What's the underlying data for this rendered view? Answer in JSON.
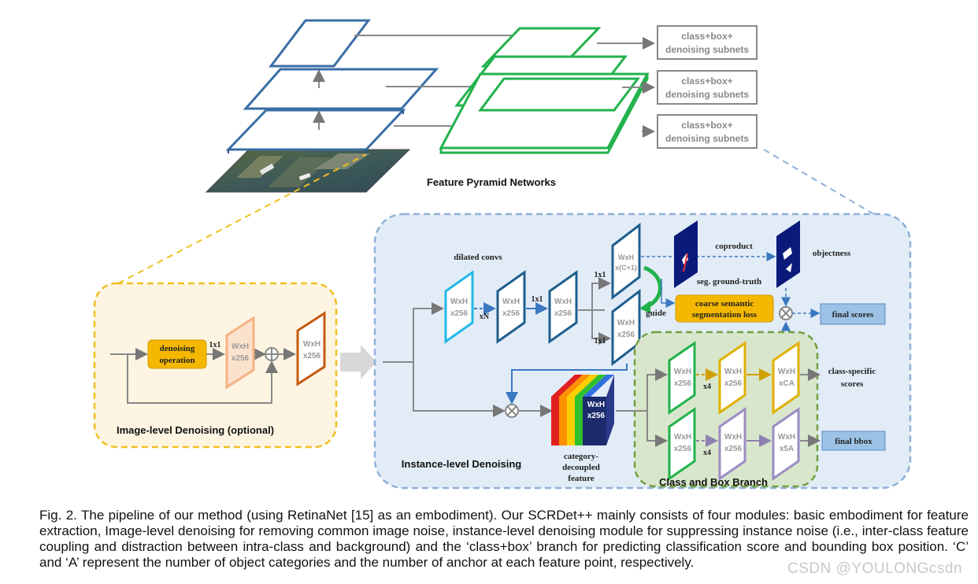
{
  "fpn": {
    "title": "Feature Pyramid Networks",
    "subnet_line1": "class+box+",
    "subnet_line2": "denoising subnets"
  },
  "image_level": {
    "title": "Image-level Denoising (optional)",
    "op_line1": "denoising",
    "op_line2": "operation",
    "conv_label": "1x1",
    "feat1_l1": "WxH",
    "feat1_l2": "x256",
    "feat2_l1": "WxH",
    "feat2_l2": "x256"
  },
  "instance_level": {
    "title": "Instance-level Denoising",
    "dilated_label": "dilated convs",
    "xn_label": "xN",
    "conv1x1_a": "1x1",
    "conv1x1_b": "1x1",
    "conv1x1_c": "1x1",
    "f1_l1": "WxH",
    "f1_l2": "x256",
    "f2_l1": "WxH",
    "f2_l2": "x256",
    "f3_l1": "WxH",
    "f3_l2": "x256",
    "top_l1": "WxH",
    "top_l2": "x(C+1)",
    "bot_l1": "WxH",
    "bot_l2": "x256",
    "coproduct": "coproduct",
    "objectness": "objectness",
    "seg_gt": "seg. ground-truth",
    "guide": "guide",
    "loss_line1": "coarse semantic",
    "loss_line2": "segmentation loss",
    "final_scores": "final scores",
    "cat_feat_l1": "WxH",
    "cat_feat_l2": "x256",
    "cat_caption_l1": "category-",
    "cat_caption_l2": "decoupled",
    "cat_caption_l3": "feature"
  },
  "branch": {
    "title": "Class and Box Branch",
    "c1_l1": "WxH",
    "c1_l2": "x256",
    "c2_l1": "WxH",
    "c2_l2": "x256",
    "c3_l1": "WxH",
    "c3_l2": "xCA",
    "b1_l1": "WxH",
    "b1_l2": "x256",
    "b2_l1": "WxH",
    "b2_l2": "x256",
    "b3_l1": "WxH",
    "b3_l2": "x5A",
    "x4_top": "x4",
    "x4_bot": "x4",
    "class_specific_l1": "class-specific",
    "class_specific_l2": "scores",
    "final_bbox": "final bbox"
  },
  "colors": {
    "fpn_blue": "#3a6ea5",
    "fpn_green": "#22b24c",
    "yellow_dash": "#f0c020",
    "blue_dash": "#8fb0d8",
    "green_dash": "#70a040",
    "orange_box": "#f5b800",
    "final_box": "#9cc3e6"
  },
  "caption": {
    "text": "Fig. 2. The pipeline of our method (using RetinaNet [15] as an embodiment). Our SCRDet++ mainly consists of four modules: basic embodiment for feature extraction, Image-level denoising for removing common image noise, instance-level denoising module for suppressing instance noise (i.e., inter-class feature coupling and distraction between intra-class and background) and the ‘class+box’ branch for predicting classification score and bounding box position. ‘C’ and ‘A’ represent the number of object categories and the number of anchor at each feature point, respectively."
  },
  "watermark": "CSDN @YOULONGcsdn"
}
